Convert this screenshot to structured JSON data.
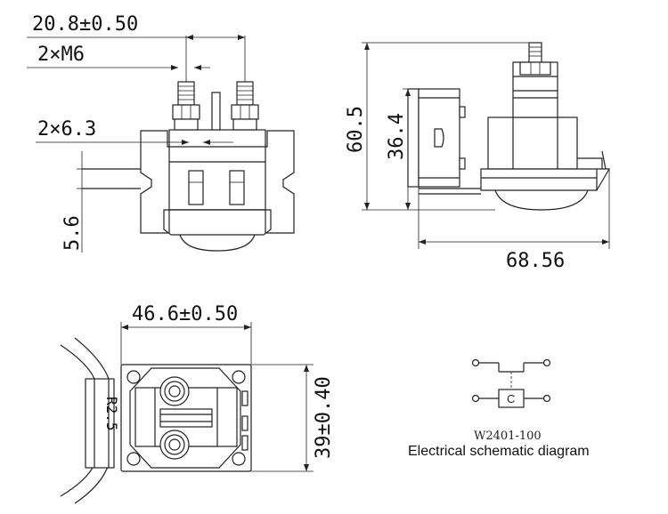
{
  "dimensions": {
    "terminal_spacing": "20.8±0.50",
    "stud_size": "2×M6",
    "tab_size": "2×6.3",
    "tab_offset": "5.6",
    "overall_height": "60.5",
    "mount_height": "36.4",
    "overall_length": "68.56",
    "base_width": "46.6±0.50",
    "base_depth": "39±0.40",
    "slot_radius": "R2.5"
  },
  "schematic": {
    "coil_label": "C",
    "model": "W2401-100",
    "caption": "Electrical schematic diagram"
  }
}
